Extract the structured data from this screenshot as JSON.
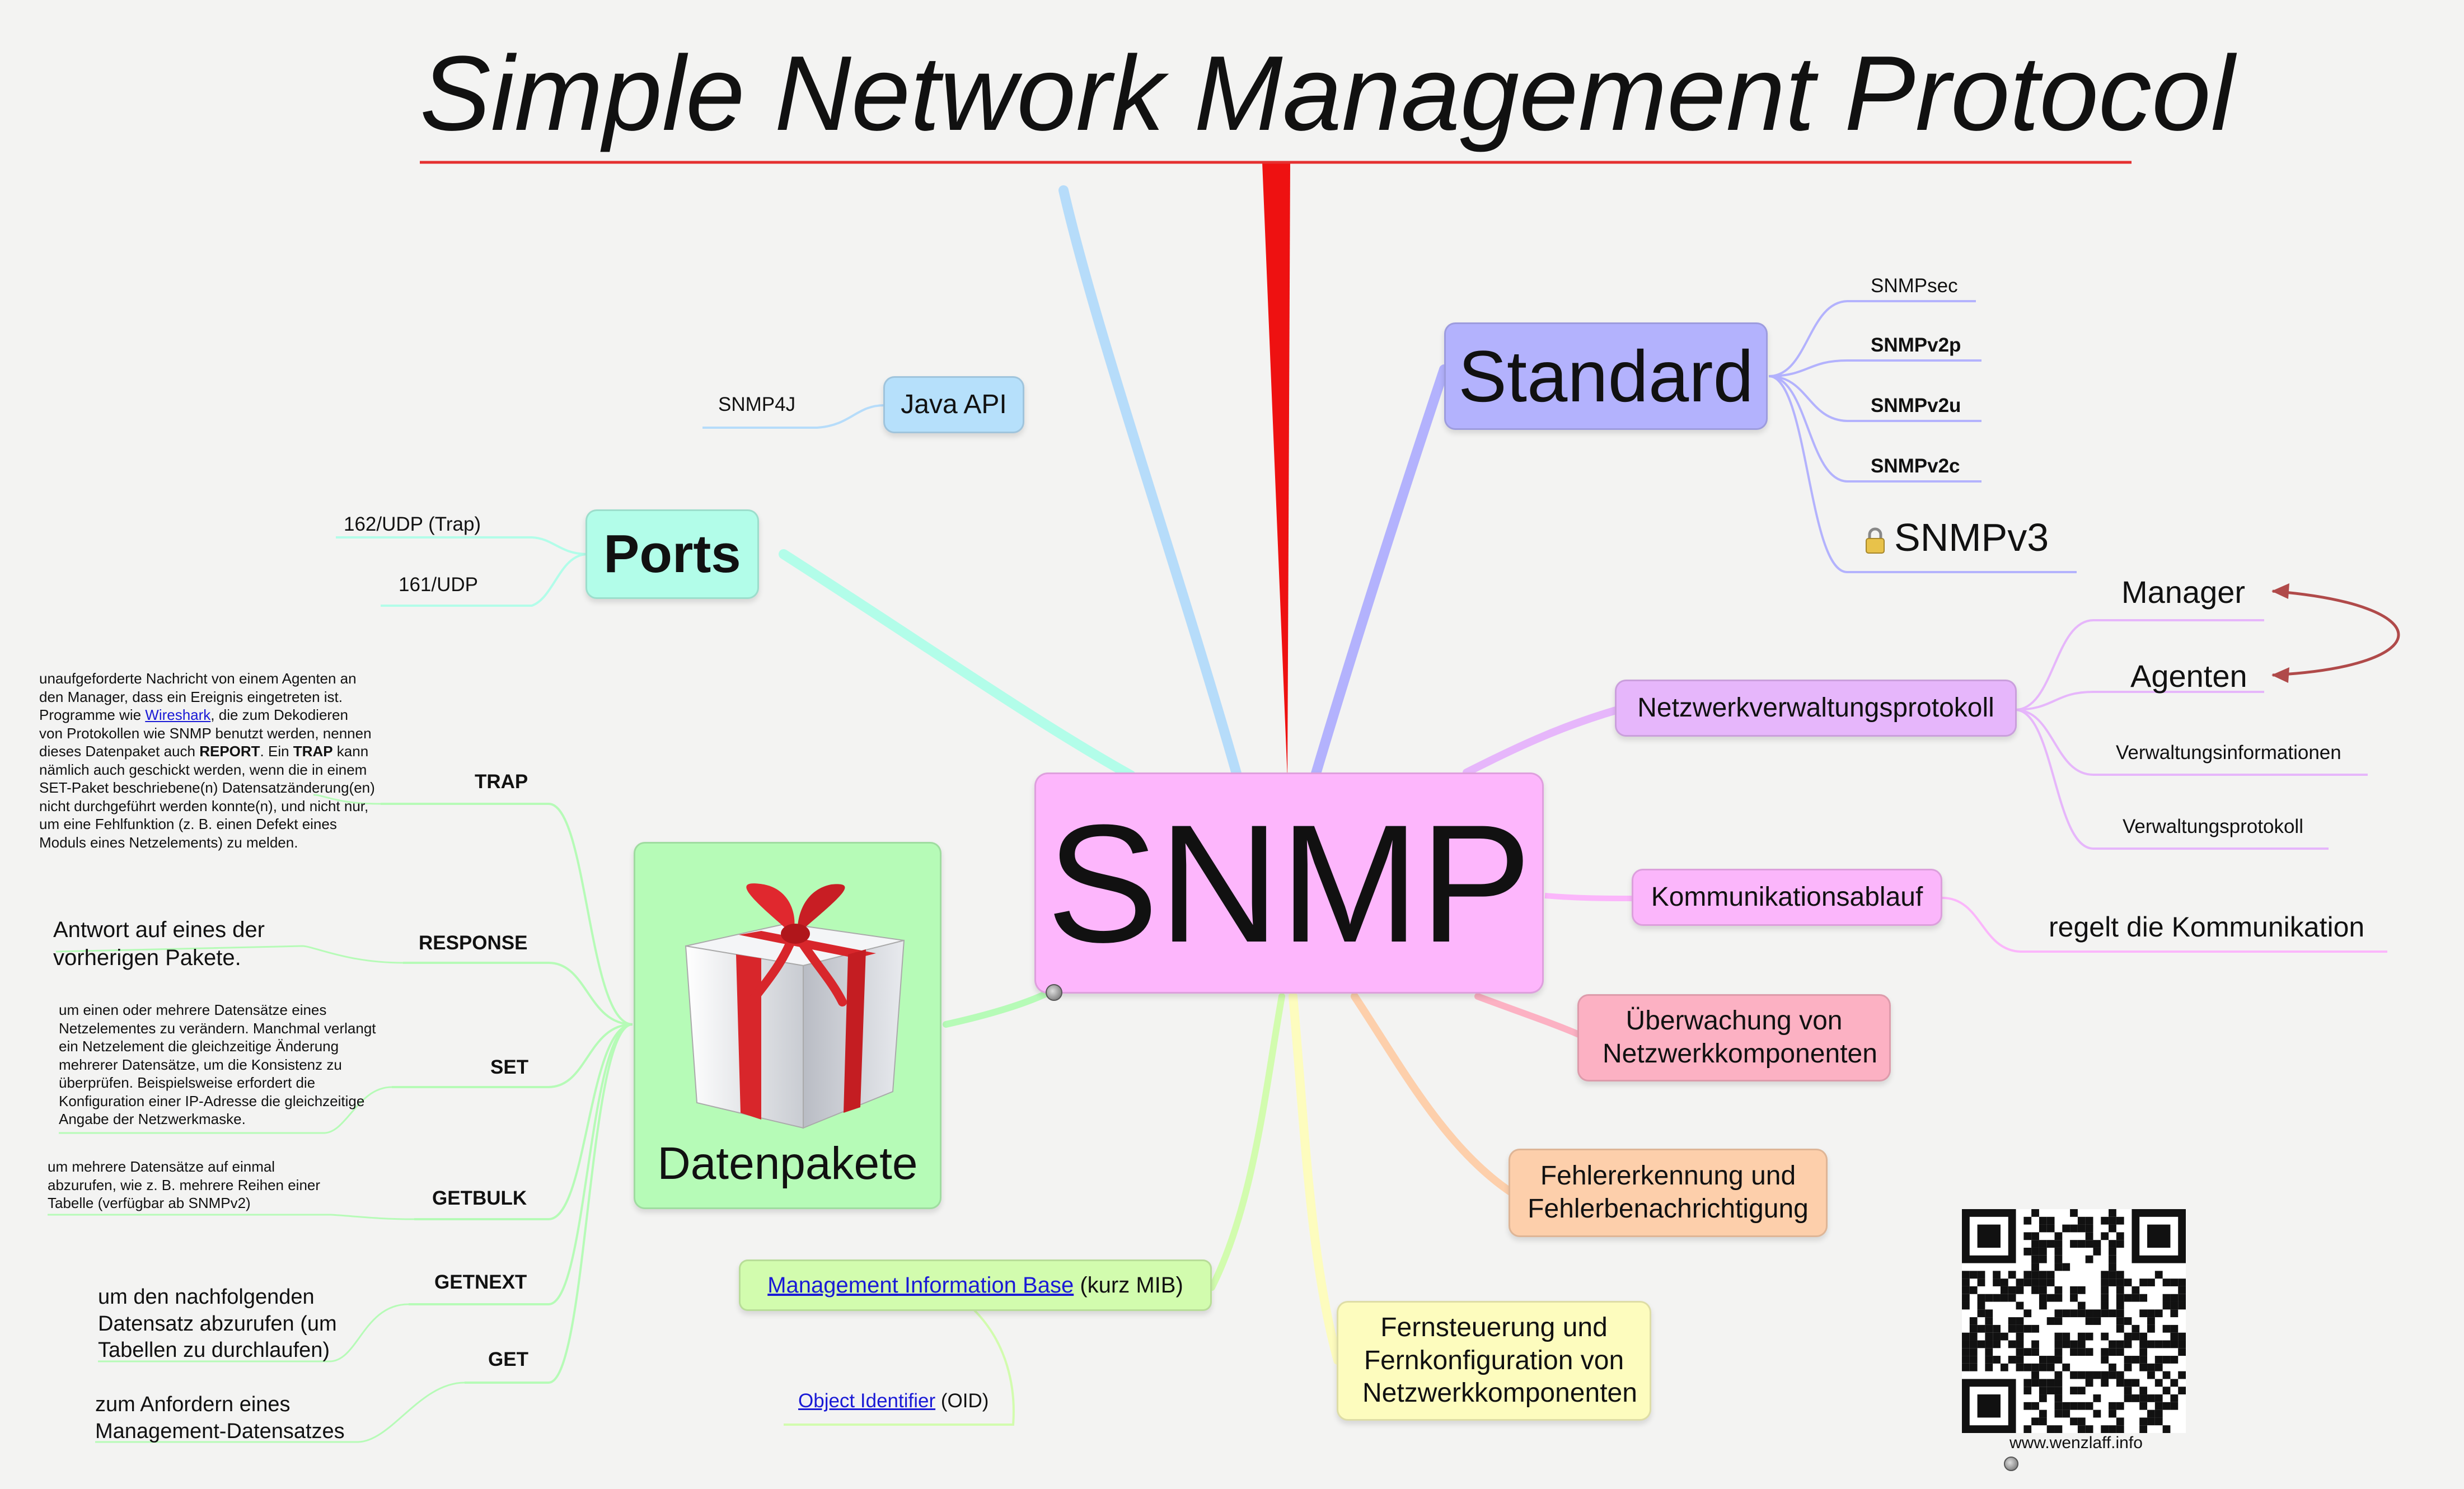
{
  "title": "Simple Network Management Protocol",
  "center": "SNMP",
  "branches": {
    "java_api": {
      "label": "Java API",
      "children": [
        "SNMP4J"
      ]
    },
    "ports": {
      "label": "Ports",
      "children": [
        "162/UDP (Trap)",
        "161/UDP"
      ]
    },
    "standard": {
      "label": "Standard",
      "children": [
        "SNMPsec",
        "SNMPv2p",
        "SNMPv2u",
        "SNMPv2c",
        "SNMPv3"
      ]
    },
    "netzwerk": {
      "label": "Netzwerkverwaltungsprotokoll",
      "children": [
        "Manager",
        "Agenten",
        "Verwaltungsinformationen",
        "Verwaltungsprotokoll"
      ]
    },
    "kommunikation": {
      "label": "Kommunikationsablauf",
      "children": [
        "regelt die Kommunikation"
      ]
    },
    "ueberwachung": {
      "label": "Überwachung von Netzwerkkomponenten"
    },
    "fehler": {
      "label": "Fehlererkennung und Fehlerbenachrichtigung"
    },
    "fernsteuerung": {
      "label": "Fernsteuerung und Fernkonfiguration von Netzwerkkomponenten"
    },
    "mib": {
      "link": "Management Information Base",
      "suffix": " (kurz MIB)",
      "child_link": "Object Identifier",
      "child_suffix": " (OID)"
    },
    "datenpakete": {
      "label": "Datenpakete",
      "trap": {
        "label": "TRAP",
        "note_1": "unaufgeforderte Nachricht von einem Agenten an den Manager, dass ein Ereignis eingetreten ist. Programme wie ",
        "note_link": "Wireshark",
        "note_2": ", die zum Dekodieren von Protokollen wie SNMP benutzt werden, nennen dieses Datenpaket auch ",
        "note_bold_1": "REPORT",
        "note_3": ". Ein ",
        "note_bold_2": "TRAP",
        "note_4": " kann nämlich auch geschickt werden, wenn die in einem SET-Paket beschriebene(n) Datensatzänderung(en) nicht durchgeführt werden konnte(n), und nicht nur, um eine Fehlfunktion (z. B. einen Defekt eines Moduls eines Netzelements) zu melden."
      },
      "response": {
        "label": "RESPONSE",
        "note": "Antwort auf eines der vorherigen Pakete."
      },
      "set": {
        "label": "SET",
        "note": "um einen oder mehrere Datensätze eines Netzelementes zu verändern. Manchmal verlangt ein Netzelement die gleichzeitige Änderung mehrerer Datensätze, um die Konsistenz zu überprüfen. Beispielsweise erfordert die Konfiguration einer IP-Adresse die gleichzeitige Angabe der Netzwerkmaske."
      },
      "getbulk": {
        "label": "GETBULK",
        "note": "um mehrere Datensätze auf einmal abzurufen, wie z. B. mehrere Reihen einer Tabelle (verfügbar ab SNMPv2)"
      },
      "getnext": {
        "label": "GETNEXT",
        "note": "um den nachfolgenden Datensatz abzurufen (um Tabellen zu durchlaufen)"
      },
      "get": {
        "label": "GET",
        "note": "zum Anfordern eines Management-Datensatzes"
      }
    }
  },
  "footer": {
    "url": "www.wenzlaff.info"
  },
  "colors": {
    "center": "#fdb6fc",
    "java": "#b6e0fb",
    "ports": "#b2fde9",
    "standard": "#b3b2fd",
    "netzwerk": "#e6b6fb",
    "kommunikation": "#fbb6fb",
    "ueberwachung": "#fcb1c3",
    "fehler": "#fdcfab",
    "fernsteuerung": "#fdfcbe",
    "mib": "#d2fcae",
    "datenpakete": "#b6fbb7",
    "title_line": "#e53030",
    "arrow": "#b04a4a"
  }
}
